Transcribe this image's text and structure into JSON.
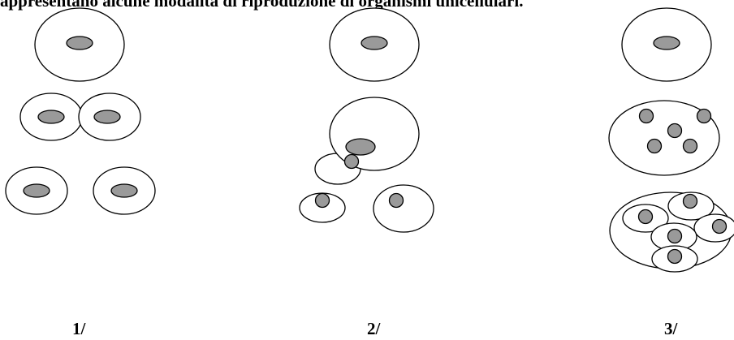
{
  "title": "appresentano alcune modalità di riproduzione di organismi unicellulari.",
  "panels": [
    {
      "label": "1/"
    },
    {
      "label": "2/"
    },
    {
      "label": "3/"
    }
  ],
  "colors": {
    "nucleus": "#9a9a9a",
    "outline": "#000000",
    "background": "#ffffff"
  }
}
